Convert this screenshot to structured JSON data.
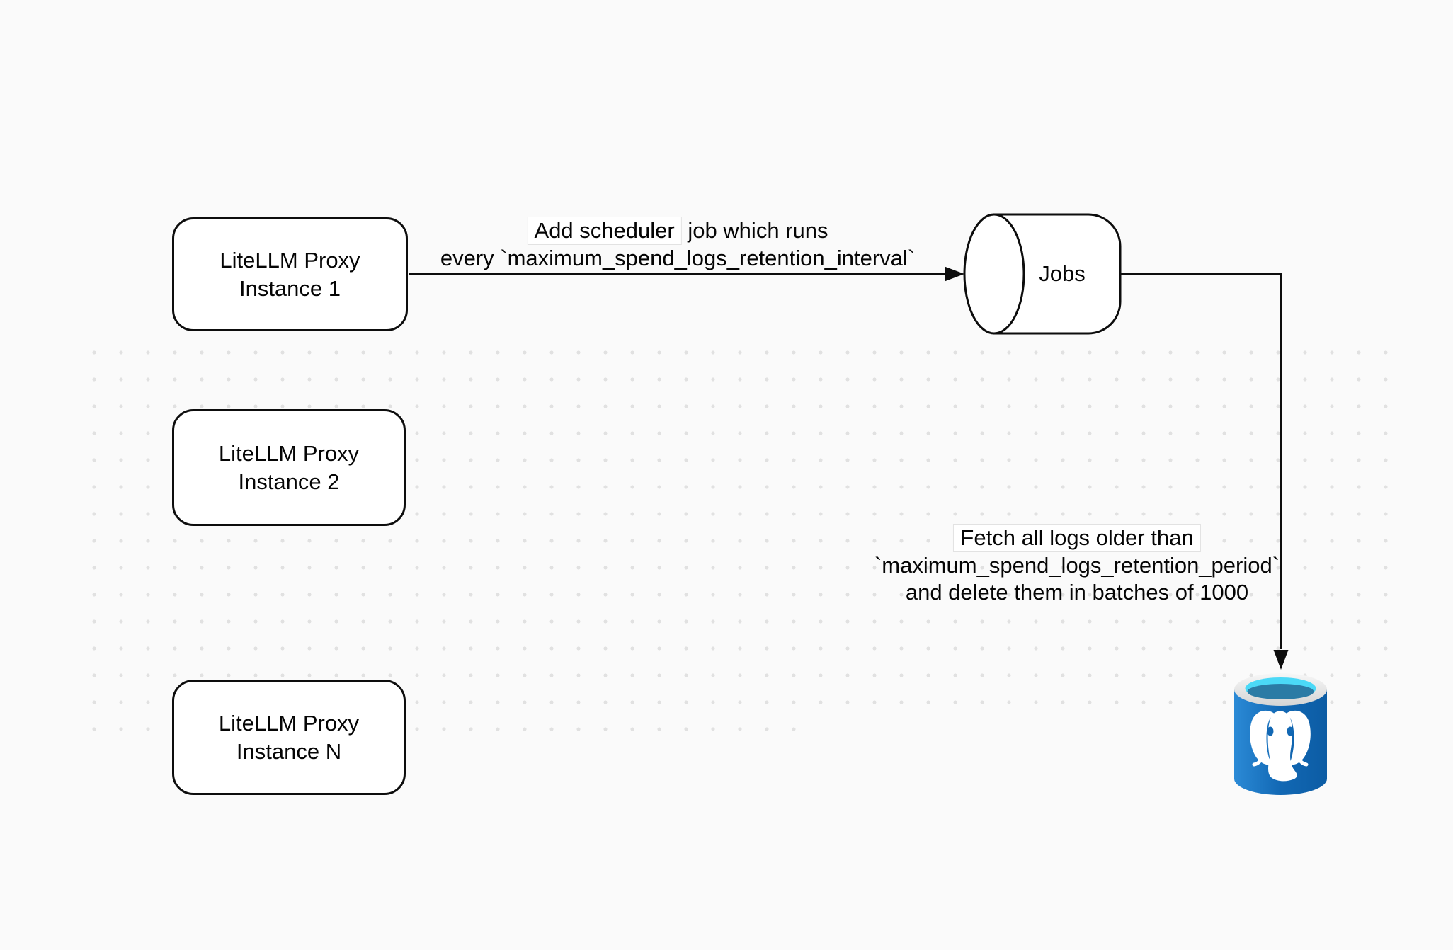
{
  "diagram": {
    "nodes": {
      "instance1": {
        "line1": "LiteLLM Proxy",
        "line2": "Instance 1"
      },
      "instance2": {
        "line1": "LiteLLM Proxy",
        "line2": "Instance 2"
      },
      "instance_n": {
        "line1": "LiteLLM Proxy",
        "line2": "Instance N"
      },
      "jobs": {
        "label": "Jobs"
      },
      "postgres": {
        "icon": "postgresql-database-icon"
      }
    },
    "edges": {
      "add_scheduler": {
        "line1_boxed": "Add scheduler",
        "line1_rest": " job which runs",
        "line2": "every `maximum_spend_logs_retention_interval`"
      },
      "fetch_delete": {
        "line1": "Fetch all logs older than",
        "line2": "`maximum_spend_logs_retention_period`",
        "line3": "and delete them in batches of 1000"
      }
    },
    "colors": {
      "background": "#fafafa",
      "dot_grid": "#e1e1e1",
      "stroke": "#0d0d0d",
      "postgres_body_light": "#2b8ad6",
      "postgres_body": "#1268b4",
      "postgres_body_dark": "#0c5ca4",
      "postgres_rim_light": "#f7f7f7",
      "postgres_rim_dark": "#d5d5d5",
      "postgres_water_cyan": "#4bd9f7",
      "postgres_water_teal": "#2b7ba5"
    }
  }
}
